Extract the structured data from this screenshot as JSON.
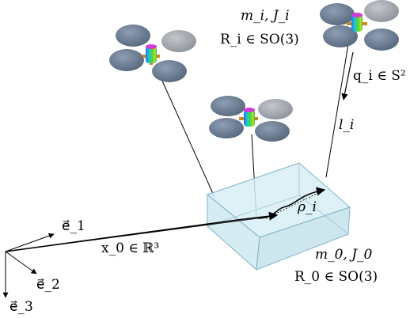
{
  "labels": {
    "m_i_J_i": "m_i, J_i",
    "R_i": "R_i ∈ SO(3)",
    "q_i": "q_i ∈ S²",
    "l_i": "l_i",
    "rho_i": "ρ_i",
    "x0": "x_0 ∈ ℝ³",
    "m0_J0": "m_0, J_0",
    "R0": "R_0 ∈ SO(3)",
    "e1": "e⃗_1",
    "e2": "e⃗_2",
    "e3": "e⃗_3"
  },
  "colors": {
    "payload_fill": "#d8eef4",
    "payload_edge": "#7fb3c7",
    "rotor": "#6c7f96",
    "rotor_dark": "#4a5a6e",
    "rotor_light": "#a9aeb6",
    "line": "#000000"
  }
}
